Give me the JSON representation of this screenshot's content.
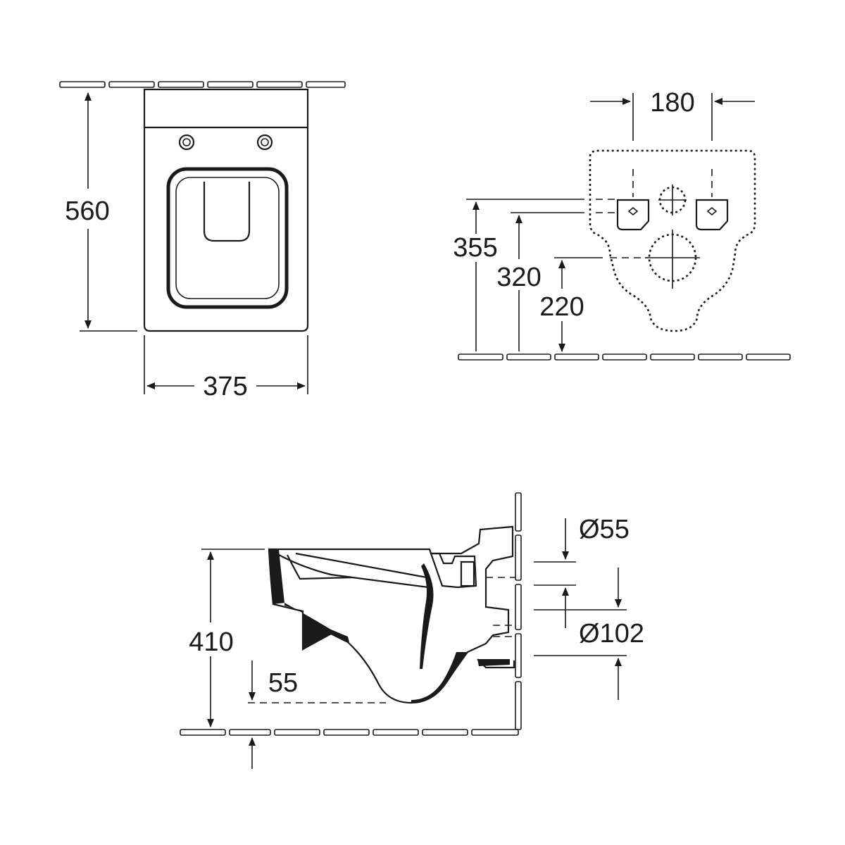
{
  "views": {
    "top": {
      "depth_label": "560",
      "width_label": "375"
    },
    "front": {
      "bolt_spacing_label": "180",
      "height_upper_label": "355",
      "height_mid_label": "320",
      "height_lower_label": "220"
    },
    "side": {
      "rim_height_label": "410",
      "floor_gap_label": "55",
      "inlet_diameter_label": "Ø55",
      "outlet_diameter_label": "Ø102"
    }
  }
}
